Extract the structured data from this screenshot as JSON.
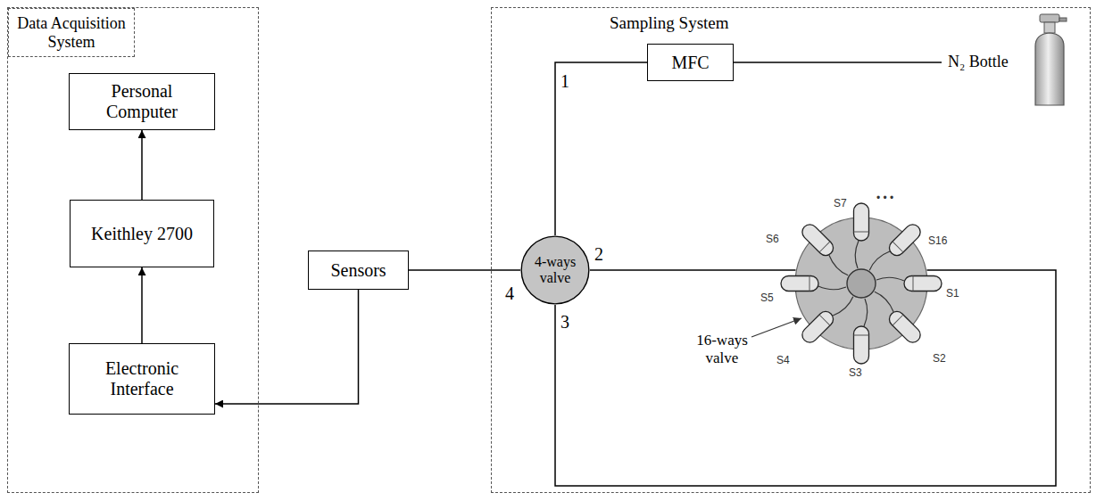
{
  "diagram": {
    "nodes": [
      {
        "text": [
          "Data Acquisition System"
        ]
      },
      {
        "text": [
          "Personal Computer"
        ],
        "in": 0
      },
      {
        "text": [
          "Keithley 2700"
        ],
        "in": 0
      },
      {
        "text": [
          "Electronic Interface"
        ],
        "in": 0
      },
      {
        "text": [
          "Sensors"
        ]
      },
      {
        "text": [
          "Sampling System"
        ]
      },
      {
        "text": [
          "MFC"
        ],
        "in": 5
      },
      {
        "text": [
          "4-ways valve"
        ],
        "in": 5
      },
      {
        "text": [
          "16-ways valve"
        ],
        "in": 5
      }
    ],
    "edges": [
      {
        "from": 3,
        "to": 2,
        "arrow": "to"
      },
      {
        "from": 2,
        "to": 1,
        "arrow": "to"
      },
      {
        "from": 4,
        "to": 3,
        "arrow": "to"
      },
      {
        "from": 7,
        "to": 4,
        "arrow": "none"
      },
      {
        "from": 6,
        "to": 7,
        "arrow": "none"
      },
      {
        "from": 7,
        "to": 8,
        "arrow": "none"
      },
      {
        "from": 8,
        "to": 7,
        "arrow": "none"
      }
    ],
    "labels": [
      "N₂ Bottle",
      "1",
      "2",
      "3",
      "4",
      "S1",
      "S2",
      "S3",
      "S4",
      "S5",
      "S6",
      "S7",
      "• • •",
      "S16"
    ]
  }
}
